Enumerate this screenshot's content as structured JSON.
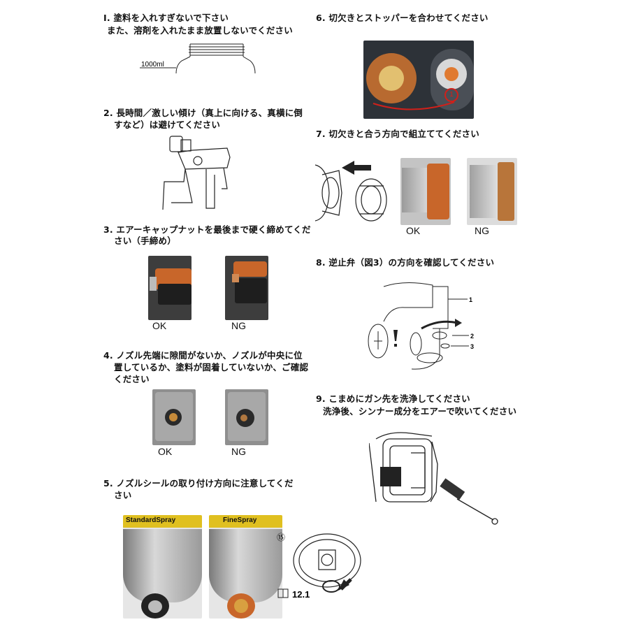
{
  "steps": {
    "s1": {
      "line1": "I. 塗料を入れすぎないで下さい",
      "line2": "また、溶剤を入れたまま放置しないでください",
      "volume_label": "1000ml"
    },
    "s2": {
      "line1": "2. 長時間／激しい傾け（真上に向ける、真横に倒",
      "line2": "すなど）は避けてください"
    },
    "s3": {
      "line1": "3. エアーキャップナットを最後まで硬く締めてくだ",
      "line2": "さい（手締め）",
      "ok": "OK",
      "ng": "NG"
    },
    "s4": {
      "line1": "4. ノズル先端に隙間がないか、ノズルが中央に位",
      "line2": "置しているか、塗料が固着していないか、ご確認",
      "line3": "ください",
      "ok": "OK",
      "ng": "NG"
    },
    "s5": {
      "line1": "5. ノズルシールの取り付け方向に注意してくだ",
      "line2": "さい",
      "label_standard": "StandardSpray",
      "label_fine": "FineSpray",
      "circle_num": "⑮",
      "ref": "12.1"
    },
    "s6": {
      "line1": "6. 切欠きとストッパーを合わせてください",
      "marker": "1"
    },
    "s7": {
      "line1": "7. 切欠きと合う方向で組立ててください",
      "ok": "OK",
      "ng": "NG"
    },
    "s8": {
      "line1": "8. 逆止弁（図3）の方向を確認してください",
      "callout1": "1",
      "callout2": "2",
      "callout3": "3"
    },
    "s9": {
      "line1": "9. こまめにガン先を洗浄してください",
      "line2": "洗浄後、シンナー成分をエアーで吹いてください"
    }
  },
  "colors": {
    "accent_orange": "#c8662a",
    "dark": "#2a2a2a",
    "photo_bg": "#3b3b3b",
    "red": "#d0201a"
  }
}
